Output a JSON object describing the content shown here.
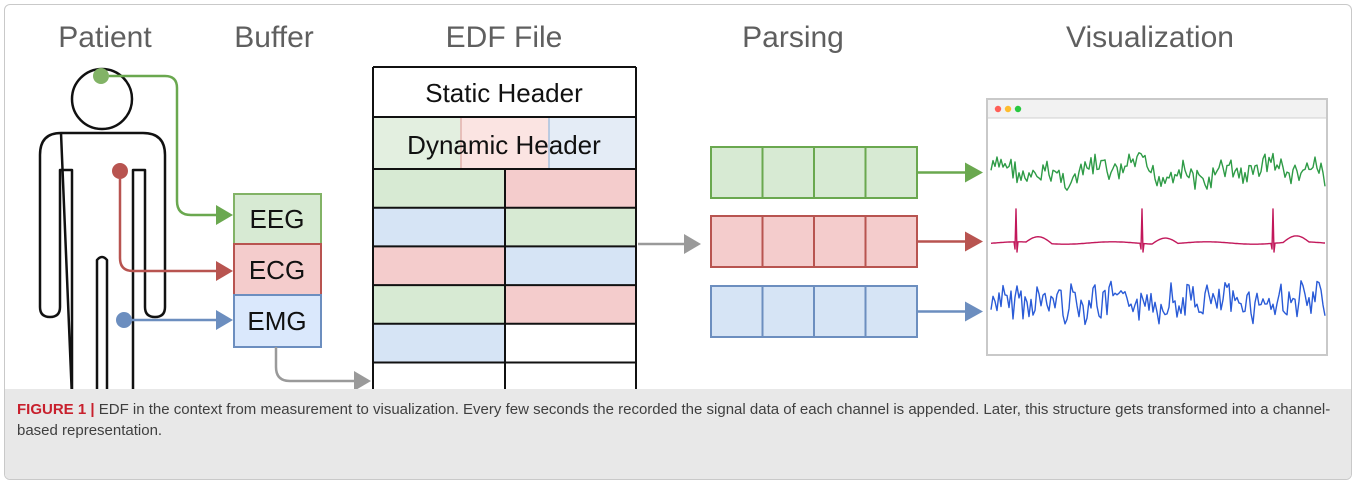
{
  "stages": {
    "patient": "Patient",
    "buffer": "Buffer",
    "edf": "EDF File",
    "parsing": "Parsing",
    "visualization": "Visualization"
  },
  "channels": [
    {
      "id": "eeg",
      "label": "EEG",
      "fill": "#d7ead3",
      "stroke": "#6aa84f",
      "line": "#2e9b46"
    },
    {
      "id": "ecg",
      "label": "ECG",
      "fill": "#f4cccc",
      "stroke": "#b85450",
      "line": "#c2185b"
    },
    {
      "id": "emg",
      "label": "EMG",
      "fill": "#d6e4f5",
      "stroke": "#6c8ebf",
      "line": "#2a5bd7"
    }
  ],
  "edf": {
    "static_header": "Static Header",
    "dynamic_header": "Dynamic Header",
    "record_rows": [
      [
        "eeg",
        "ecg"
      ],
      [
        "emg",
        "eeg"
      ],
      [
        "ecg",
        "emg"
      ],
      [
        "eeg",
        "ecg"
      ],
      [
        "emg",
        "empty"
      ],
      [
        "empty",
        "empty"
      ]
    ]
  },
  "colors": {
    "arrow_gray": "#9a9a9a",
    "window_dots": [
      "#ff5f57",
      "#febc2e",
      "#28c840"
    ]
  },
  "caption": {
    "label": "FIGURE 1",
    "separator": "|",
    "text": "EDF in the context from measurement to visualization. Every few seconds the recorded the signal data of each channel is appended. Later, this structure gets transformed into a channel-based representation."
  }
}
